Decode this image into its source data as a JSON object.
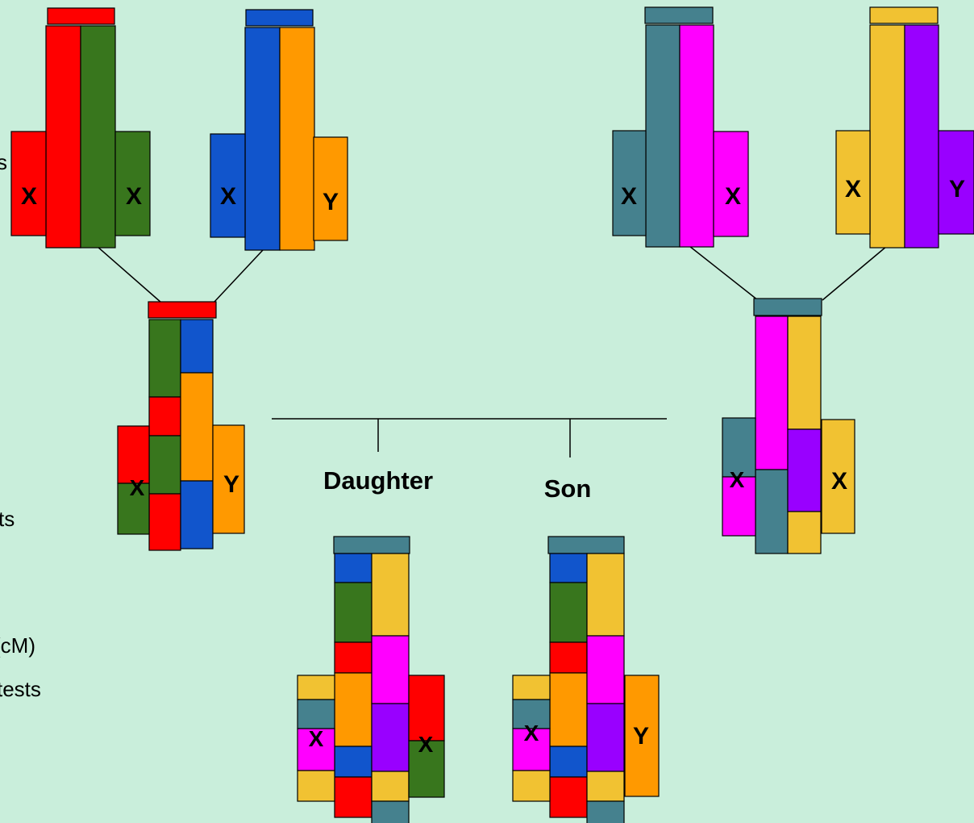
{
  "diagram": {
    "title": "",
    "labels": {
      "x": "X",
      "y": "Y",
      "daughter": "Daughter",
      "son": "Son"
    },
    "partial_left_text": {
      "line1": "s",
      "line2": "ts",
      "line3": "(cM)",
      "line4": "tests"
    },
    "colors": {
      "background": "#c9eedb",
      "red": "#ff0000",
      "green": "#38761d",
      "blue": "#1155cc",
      "orange": "#ff9900",
      "teal": "#45818e",
      "magenta": "#ff00ff",
      "yellow": "#f1c232",
      "purple": "#9900ff"
    },
    "people": [
      {
        "id": "paternal-grandfather",
        "sex": "male",
        "chromosomes": [
          "blue",
          "orange"
        ]
      },
      {
        "id": "paternal-grandmother",
        "sex": "female",
        "chromosomes": [
          "red",
          "green"
        ]
      },
      {
        "id": "father",
        "sex": "male",
        "chromosomes": [
          "recombined red/green",
          "Y from paternal grandfather"
        ]
      },
      {
        "id": "maternal-grandmother",
        "sex": "female",
        "chromosomes": [
          "teal",
          "magenta"
        ]
      },
      {
        "id": "maternal-grandfather",
        "sex": "male",
        "chromosomes": [
          "yellow",
          "purple"
        ]
      },
      {
        "id": "mother",
        "sex": "female",
        "chromosomes": [
          "recombined teal/magenta",
          "recombined yellow/purple"
        ]
      },
      {
        "id": "daughter",
        "sex": "female",
        "chromosomes": [
          "X from mother",
          "X from father"
        ]
      },
      {
        "id": "son",
        "sex": "male",
        "chromosomes": [
          "X from mother",
          "Y from father"
        ]
      }
    ]
  }
}
